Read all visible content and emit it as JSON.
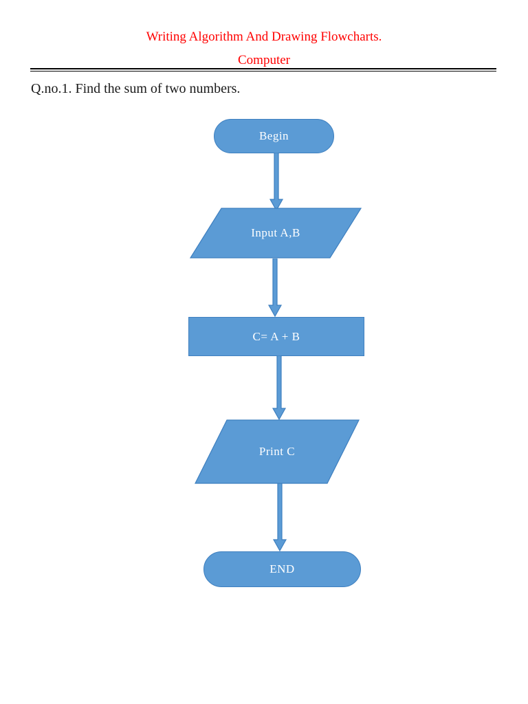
{
  "document": {
    "title": "Writing Algorithm And Drawing Flowcharts.",
    "subtitle": "Computer",
    "question": "Q.no.1. Find the sum of two numbers."
  },
  "colors": {
    "title_red": "#FF0000",
    "shape_fill": "#5B9BD5",
    "shape_stroke": "#3E7FBF",
    "shape_text": "#FFFFFF",
    "rule": "#000000",
    "page_background": "#FFFFFF"
  },
  "flowchart": {
    "type": "flowchart",
    "orientation": "top-to-bottom",
    "nodes": [
      {
        "id": "begin",
        "shape": "terminator",
        "label": "Begin"
      },
      {
        "id": "input",
        "shape": "parallelogram",
        "label": "Input A,B"
      },
      {
        "id": "sum",
        "shape": "process",
        "label": "C= A + B"
      },
      {
        "id": "print",
        "shape": "parallelogram",
        "label": "Print C"
      },
      {
        "id": "end",
        "shape": "terminator",
        "label": "END"
      }
    ],
    "edges": [
      {
        "from": "begin",
        "to": "input",
        "label": ""
      },
      {
        "from": "input",
        "to": "sum",
        "label": ""
      },
      {
        "from": "sum",
        "to": "print",
        "label": ""
      },
      {
        "from": "print",
        "to": "end",
        "label": ""
      }
    ]
  }
}
